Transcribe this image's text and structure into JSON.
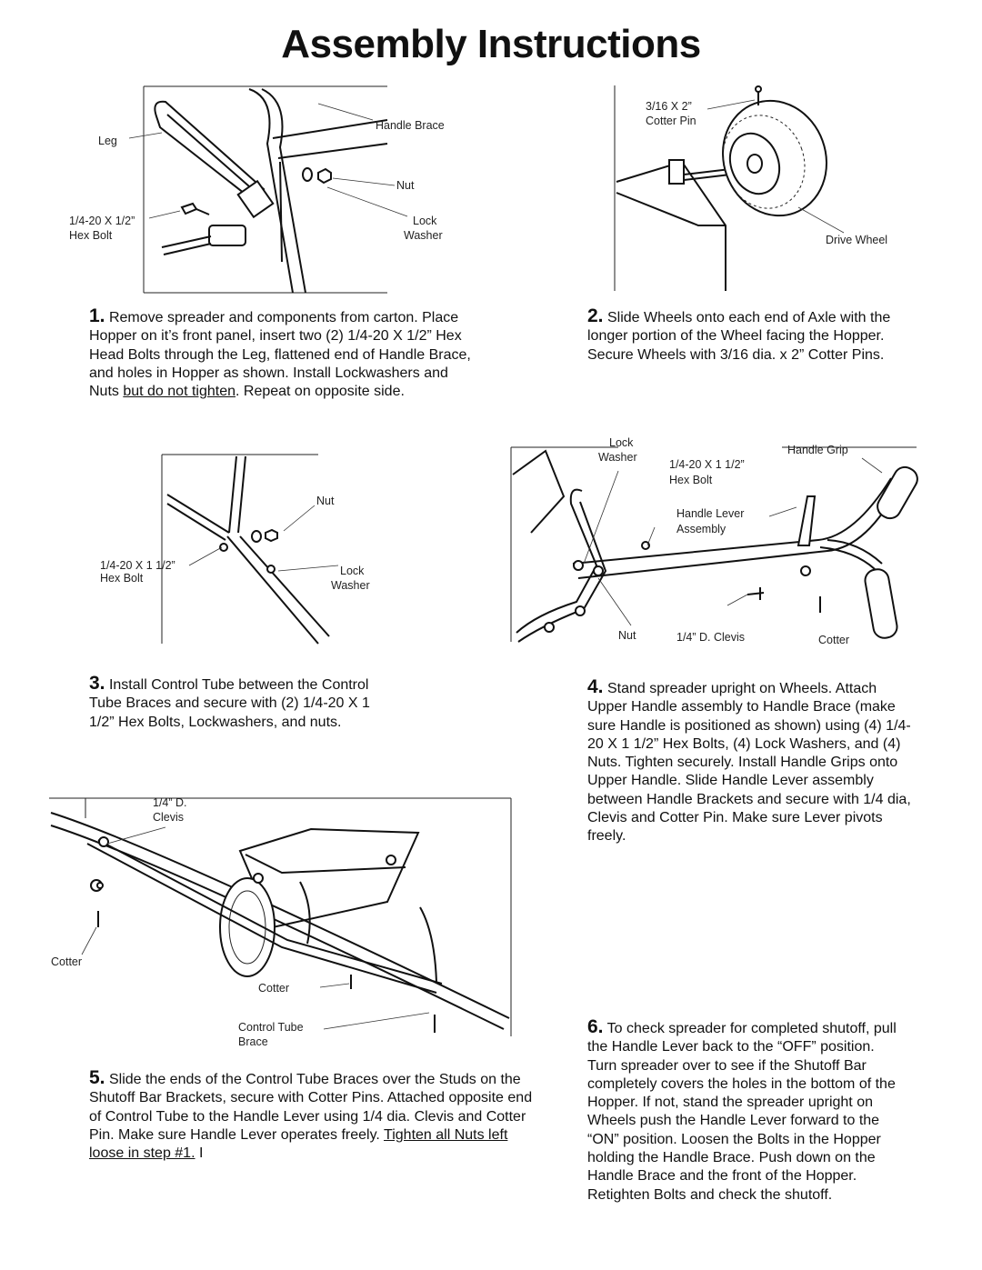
{
  "title": "Assembly Instructions",
  "fig1": {
    "leg": "Leg",
    "handle_brace": "Handle Brace",
    "nut": "Nut",
    "bolt_line1": "1/4-20 X 1/2”",
    "bolt_line2": "Hex Bolt",
    "lock_line1": "Lock",
    "lock_line2": "Washer"
  },
  "fig2": {
    "pin_line1": "3/16 X 2”",
    "pin_line2": "Cotter Pin",
    "drive_wheel": "Drive Wheel"
  },
  "fig3": {
    "nut": "Nut",
    "bolt_line1": "1/4-20 X 1 1/2”",
    "bolt_line2": "Hex Bolt",
    "lock_line1": "Lock",
    "lock_line2": "Washer"
  },
  "fig4": {
    "lock_line1": "Lock",
    "lock_line2": "Washer",
    "bolt_line1": "1/4-20 X 1 1/2”",
    "bolt_line2": "Hex Bolt",
    "handle_grip": "Handle Grip",
    "lever_line1": "Handle Lever",
    "lever_line2": "Assembly",
    "nut": "Nut",
    "clevis": "1/4” D. Clevis",
    "cotter": "Cotter"
  },
  "fig5": {
    "clevis_line1": "1/4” D.",
    "clevis_line2": "Clevis",
    "cotter_left": "Cotter",
    "cotter_mid": "Cotter",
    "brace_line1": "Control Tube",
    "brace_line2": "Brace"
  },
  "steps": {
    "s1_num": "1.",
    "s1_a": " Remove spreader and components from carton. Place Hopper on it’s front panel, insert two (2) 1/4-20 X 1/2” Hex Head Bolts through the Leg, flattened end of Handle Brace, and holes in Hopper as shown. Install Lockwashers and Nuts ",
    "s1_u": "but do not tighten",
    "s1_b": ". Repeat on opposite side.",
    "s2_num": "2.",
    "s2": " Slide Wheels onto each end of Axle with the longer portion of the Wheel facing the Hopper. Secure Wheels with 3/16 dia. x  2” Cotter Pins.",
    "s3_num": "3.",
    "s3": " Install Control Tube between the Control Tube Braces and secure with (2) 1/4-20 X 1 1/2” Hex Bolts, Lockwashers, and nuts.",
    "s4_num": "4.",
    "s4": " Stand spreader upright on Wheels. Attach Upper Handle assembly to Handle Brace (make sure Handle is positioned as shown) using (4) 1/4-20 X 1 1/2” Hex Bolts, (4) Lock Washers, and (4) Nuts. Tighten securely. Install Handle Grips onto Upper Handle. Slide Handle Lever assembly between Handle Brackets and secure with 1/4 dia, Clevis and Cotter Pin. Make sure Lever pivots freely.",
    "s5_num": "5.",
    "s5_a": " Slide the ends of the Control Tube Braces over the Studs on the Shutoff Bar Brackets, secure with Cotter Pins. Attached opposite end of Control Tube to the Handle Lever using 1/4 dia. Clevis and Cotter Pin. Make sure Handle Lever operates freely. ",
    "s5_u": "Tighten all Nuts left loose in step #1.",
    "s5_b": " I",
    "s6_num": "6.",
    "s6": " To check spreader for completed shutoff, pull the Handle Lever back to the “OFF” position. Turn spreader over to see if the Shutoff Bar completely covers the holes in the bottom of the Hopper. If not, stand the spreader upright on Wheels push the Handle Lever forward to the “ON” position. Loosen the Bolts in the Hopper holding the Handle Brace. Push down on the Handle Brace and the front of the Hopper. Retighten Bolts and check the shutoff."
  }
}
